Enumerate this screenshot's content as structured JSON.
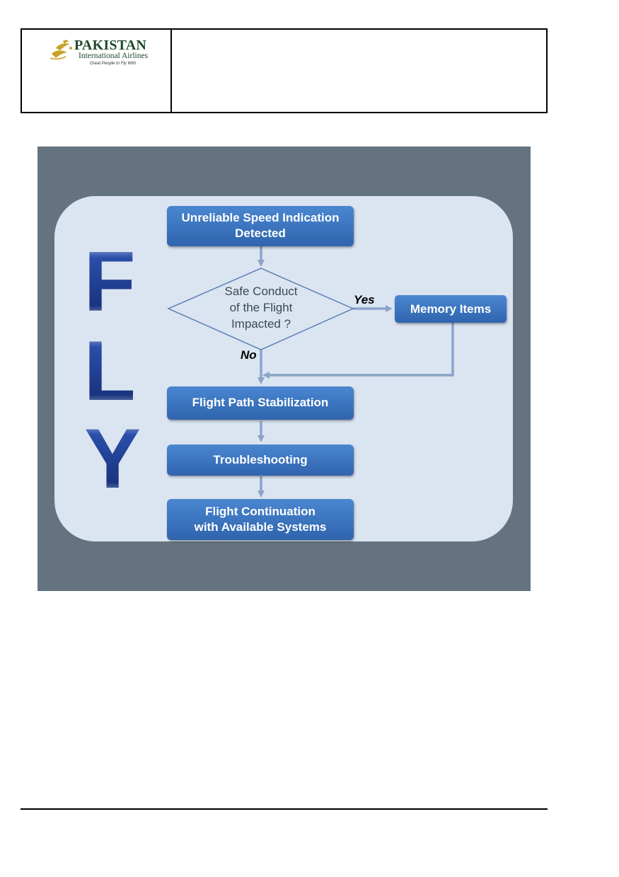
{
  "header": {
    "logo": {
      "name": "PAKISTAN",
      "subtitle": "International Airlines",
      "tagline": "Great People to Fly With"
    }
  },
  "flowchart": {
    "fly_letters": [
      "F",
      "L",
      "Y"
    ],
    "nodes": {
      "start": [
        "Unreliable Speed Indication",
        "Detected"
      ],
      "decision": [
        "Safe Conduct",
        "of the Flight",
        "Impacted ?"
      ],
      "memory": "Memory Items",
      "stabilization": "Flight Path Stabilization",
      "troubleshooting": "Troubleshooting",
      "continuation": [
        "Flight Continuation",
        "with Available Systems"
      ]
    },
    "branches": {
      "yes": "Yes",
      "no": "No"
    },
    "colors": {
      "frame": "#64737f",
      "panel": "#dbe5f1",
      "box": "#3a72bd",
      "arrow": "#8aa4c8",
      "fly": "#1c3a8e"
    }
  }
}
